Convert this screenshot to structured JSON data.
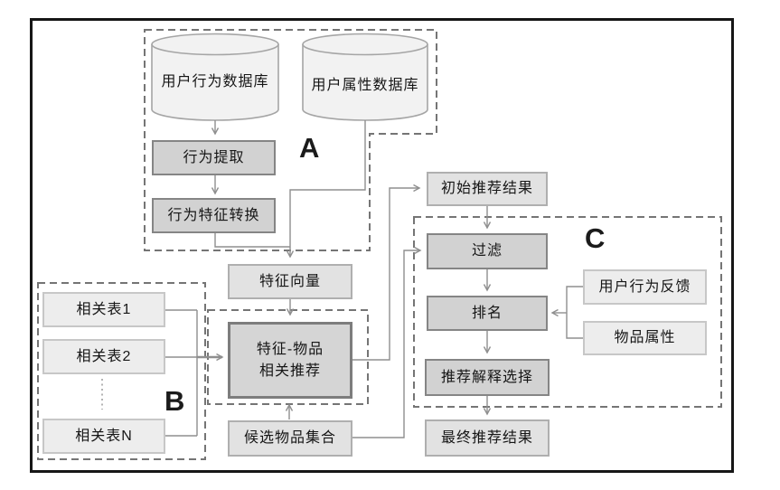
{
  "sections": {
    "a": "A",
    "b": "B",
    "c": "C"
  },
  "nodes": {
    "db_behavior": "用户行为数据库",
    "db_attribute": "用户属性数据库",
    "behavior_extract": "行为提取",
    "behavior_transform": "行为特征转换",
    "feature_vector": "特征向量",
    "related_table_1": "相关表1",
    "related_table_2": "相关表2",
    "related_table_n": "相关表N",
    "feature_item_line1": "特征-物品",
    "feature_item_line2": "相关推荐",
    "candidate_item_set": "候选物品集合",
    "initial_results": "初始推荐结果",
    "filter": "过滤",
    "ranking": "排名",
    "explanation_selection": "推荐解释选择",
    "final_results": "最终推荐结果",
    "user_behavior_feedback": "用户行为反馈",
    "item_attributes": "物品属性"
  },
  "colors": {
    "frame": "#161616",
    "dashed_outline": "#757575",
    "connector": "#8f8f8f",
    "box_dark_fill": "#d2d2d2",
    "box_dark_border": "#858585",
    "box_core_border": "#7d7d7d",
    "box_mid_fill": "#e2e2e2",
    "box_light_fill": "#ededed",
    "cylinder_fill": "#f2f2f2",
    "cylinder_border": "#a5a5a5"
  }
}
